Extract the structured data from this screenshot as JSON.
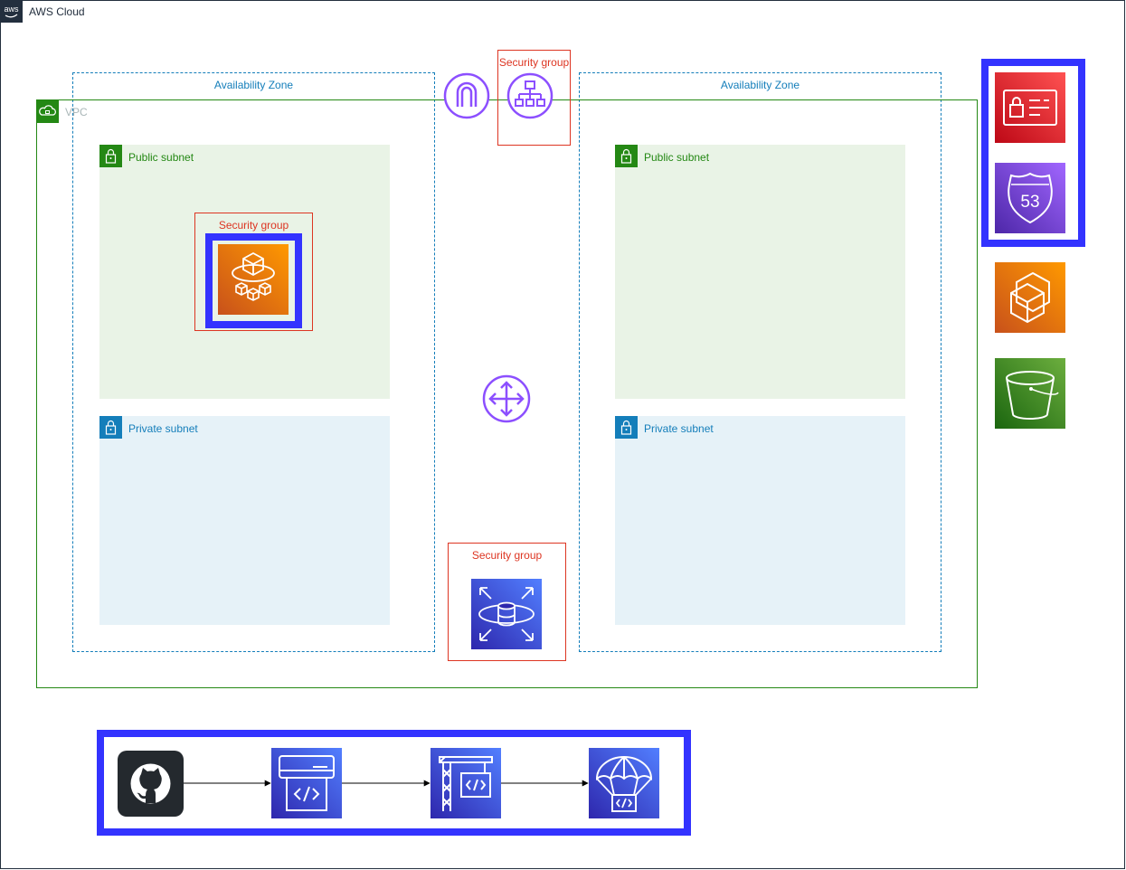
{
  "cloud": {
    "label": "AWS Cloud"
  },
  "vpc": {
    "label": "VPC"
  },
  "zones": [
    {
      "label": "Availability Zone"
    },
    {
      "label": "Availability Zone"
    }
  ],
  "subnets": {
    "left_public": "Public subnet",
    "left_private": "Private subnet",
    "right_public": "Public subnet",
    "right_private": "Private subnet"
  },
  "security_groups": {
    "top": "Security group",
    "fargate": "Security group",
    "rds": "Security group"
  },
  "services": {
    "internet_gateway": "internet-gateway-icon",
    "load_balancer": "application-load-balancer-icon",
    "fargate": "fargate-icon",
    "router": "vpc-router-icon",
    "rds": "rds-icon",
    "secrets": "secrets-manager-icon",
    "route53": "route53-icon",
    "ecr": "ecr-icon",
    "s3": "s3-bucket-icon"
  },
  "pipeline": [
    "github-icon",
    "codebuild-icon",
    "codepipeline-icon",
    "codedeploy-icon"
  ],
  "colors": {
    "cloud_border": "#232F3E",
    "vpc_border": "#248814",
    "zone_border": "#147EBA",
    "public_fill": "#E9F3E6",
    "private_fill": "#E6F2F8",
    "sg_border": "#DD3522",
    "highlight": "#3333FF",
    "network_purple": "#8C4FFF",
    "compute_orange": "#ED7100",
    "storage_green": "#3F8624",
    "security_red": "#DD344C",
    "devtools_blue": "#3B48CC"
  }
}
